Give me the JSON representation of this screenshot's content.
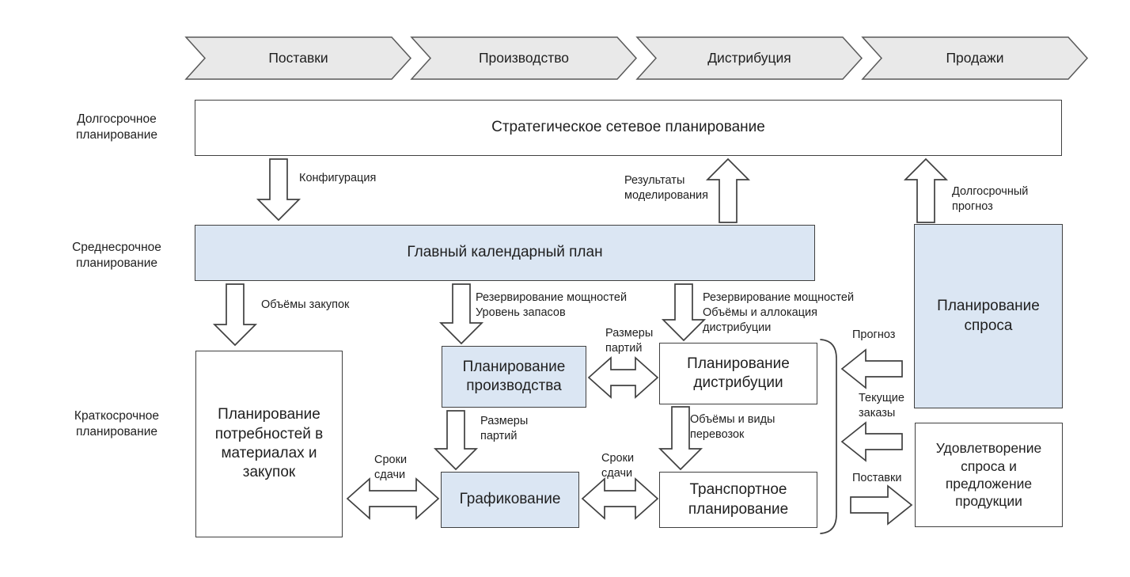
{
  "stages": [
    "Поставки",
    "Производство",
    "Дистрибуция",
    "Продажи"
  ],
  "row_labels": {
    "long_term": "Долгосрочное\nпланирование",
    "mid_term": "Среднесрочное\nпланирование",
    "short_term": "Краткосрочное\nпланирование"
  },
  "boxes": {
    "strategic": "Стратегическое сетевое планирование",
    "master_plan": "Главный календарный план",
    "demand_planning": "Планирование спроса",
    "production_planning": "Планирование производства",
    "distribution_planning": "Планирование дистрибуции",
    "material_requirements": "Планирование потребностей в материалах и закупок",
    "scheduling": "Графикование",
    "transport_planning": "Транспортное планирование",
    "demand_fulfillment": "Удовлетворение спроса и предложение продукции"
  },
  "flow_labels": {
    "configuration": "Конфигурация",
    "modeling_results": "Результаты\nмоделирования",
    "long_term_forecast": "Долгосрочный\nпрогноз",
    "purchase_volumes": "Объёмы закупок",
    "capacity_inventory": "Резервирование мощностей\nУровень запасов",
    "capacity_allocation": "Резервирование мощностей\nОбъёмы и аллокация\nдистрибуции",
    "lot_sizes_mid": "Размеры\nпартий",
    "lot_sizes_short": "Размеры\nпартий",
    "due_dates_left": "Сроки\nсдачи",
    "due_dates_right": "Сроки\nсдачи",
    "transport_modes": "Объёмы и виды\nперевозок",
    "forecast": "Прогноз",
    "current_orders": "Текущие\nзаказы",
    "supplies": "Поставки"
  },
  "colors": {
    "highlight_fill": "#dbe6f3",
    "chevron_fill": "#e9e9e9",
    "line": "#404040",
    "text": "#1f1f1f"
  }
}
